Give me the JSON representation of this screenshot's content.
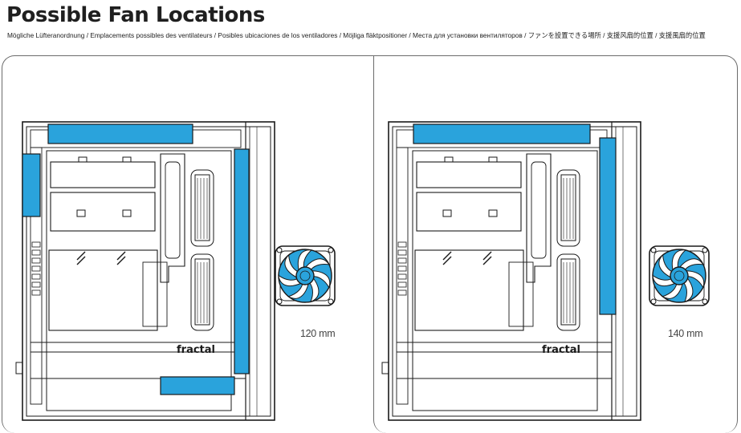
{
  "header": {
    "title": "Possible Fan Locations",
    "subtitle": "Mögliche Lüfteranordnung / Emplacements possibles des ventilateurs / Posibles ubicaciones de los ventiladores / Möjliga fläktpositioner / Места для установки вентиляторов / ファンを設置できる場所 / 支援风扇的位置 / 支援風扇的位置"
  },
  "panels": [
    {
      "fan_size_label": "120 mm",
      "brand_mark": "fractal"
    },
    {
      "fan_size_label": "140 mm",
      "brand_mark": "fractal"
    }
  ],
  "colors": {
    "fan_blue": "#2aa3dc",
    "line": "#1a1a1a",
    "frame": "#6b6b6b"
  }
}
